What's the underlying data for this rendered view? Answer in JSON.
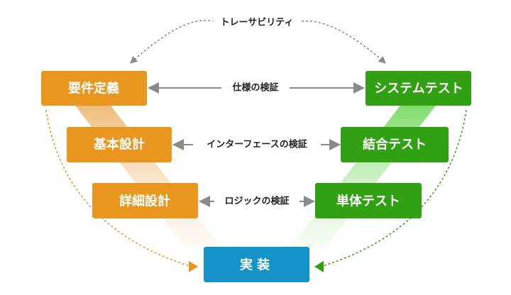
{
  "traceability": "トレーサビリティ",
  "left": [
    {
      "label": "要件定義"
    },
    {
      "label": "基本設計"
    },
    {
      "label": "詳細設計"
    }
  ],
  "right": [
    {
      "label": "システムテスト"
    },
    {
      "label": "結合テスト"
    },
    {
      "label": "単体テスト"
    }
  ],
  "bottom": {
    "label": "実装"
  },
  "verifications": [
    {
      "label": "仕様の検証"
    },
    {
      "label": "インターフェースの検証"
    },
    {
      "label": "ロジックの検証"
    }
  ],
  "colors": {
    "design": "#e8961e",
    "test": "#31a113",
    "implementation": "#1592c8",
    "arrow": "#8a8a8a"
  }
}
